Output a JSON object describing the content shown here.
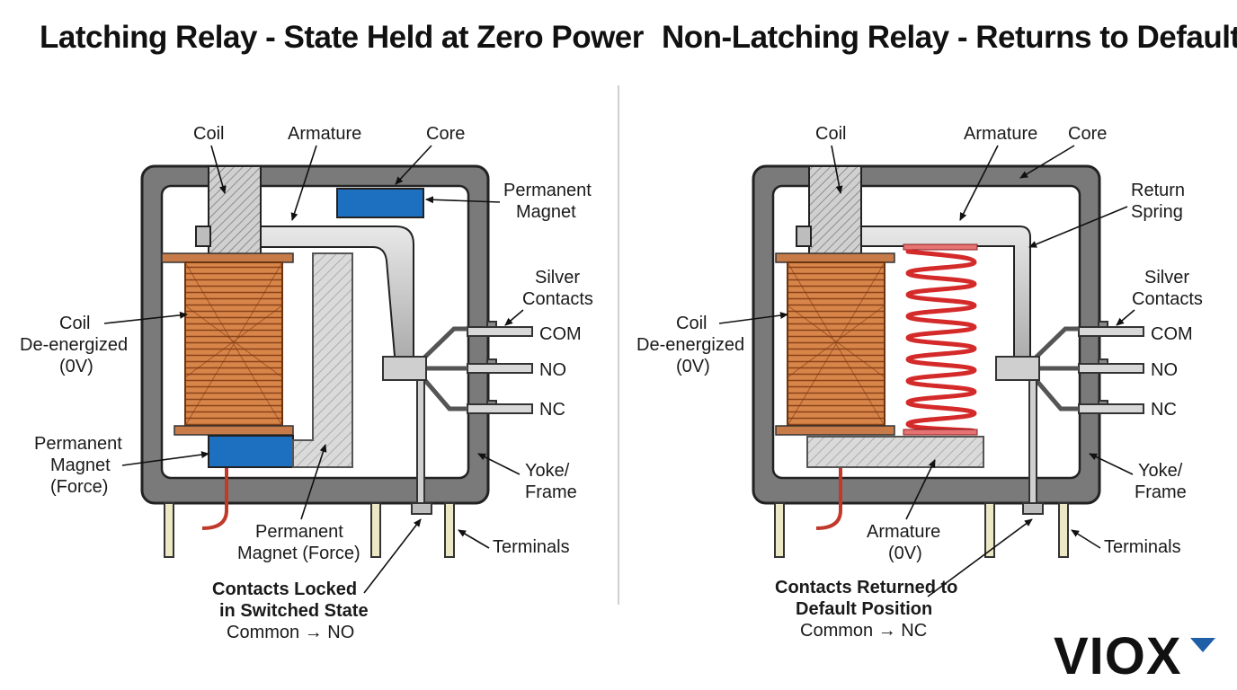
{
  "titles": {
    "left": "Latching Relay - State Held at Zero Power",
    "right": "Non-Latching Relay - Returns to Default"
  },
  "left_labels": {
    "coil": "Coil",
    "armature": "Armature",
    "core": "Core",
    "permanent_magnet_1": "Permanent",
    "permanent_magnet_2": "Magnet",
    "silver_1": "Silver",
    "silver_2": "Contacts",
    "com": "COM",
    "no": "NO",
    "nc": "NC",
    "coil_state_1": "Coil",
    "coil_state_2": "De-energized",
    "coil_state_3": "(0V)",
    "pm_force_1": "Permanent",
    "pm_force_2": "Magnet",
    "pm_force_3": "(Force)",
    "pm_force_b1": "Permanent",
    "pm_force_b2": "Magnet (Force)",
    "yoke_1": "Yoke/",
    "yoke_2": "Frame",
    "terminals": "Terminals",
    "status_1": "Contacts Locked",
    "status_2": "in Switched State",
    "status_3": "Common → NO"
  },
  "right_labels": {
    "coil": "Coil",
    "armature": "Armature",
    "core": "Core",
    "return_1": "Return",
    "return_2": "Spring",
    "silver_1": "Silver",
    "silver_2": "Contacts",
    "com": "COM",
    "no": "NO",
    "nc": "NC",
    "coil_state_1": "Coil",
    "coil_state_2": "De-energized",
    "coil_state_3": "(0V)",
    "yoke_1": "Yoke/",
    "yoke_2": "Frame",
    "armature_b1": "Armature",
    "armature_b2": "(0V)",
    "terminals": "Terminals",
    "status_1": "Contacts Returned to",
    "status_2": "Default Position",
    "status_3": "Common → NC"
  },
  "logo": {
    "text": "VIOX",
    "accent": "#1f5fa8"
  },
  "colors": {
    "frame": "#7a7a7a",
    "copper": "#d8854a",
    "magnet": "#1d6fbf",
    "spring": "#d42a2a",
    "core_hatch": "#b0b0b0"
  }
}
